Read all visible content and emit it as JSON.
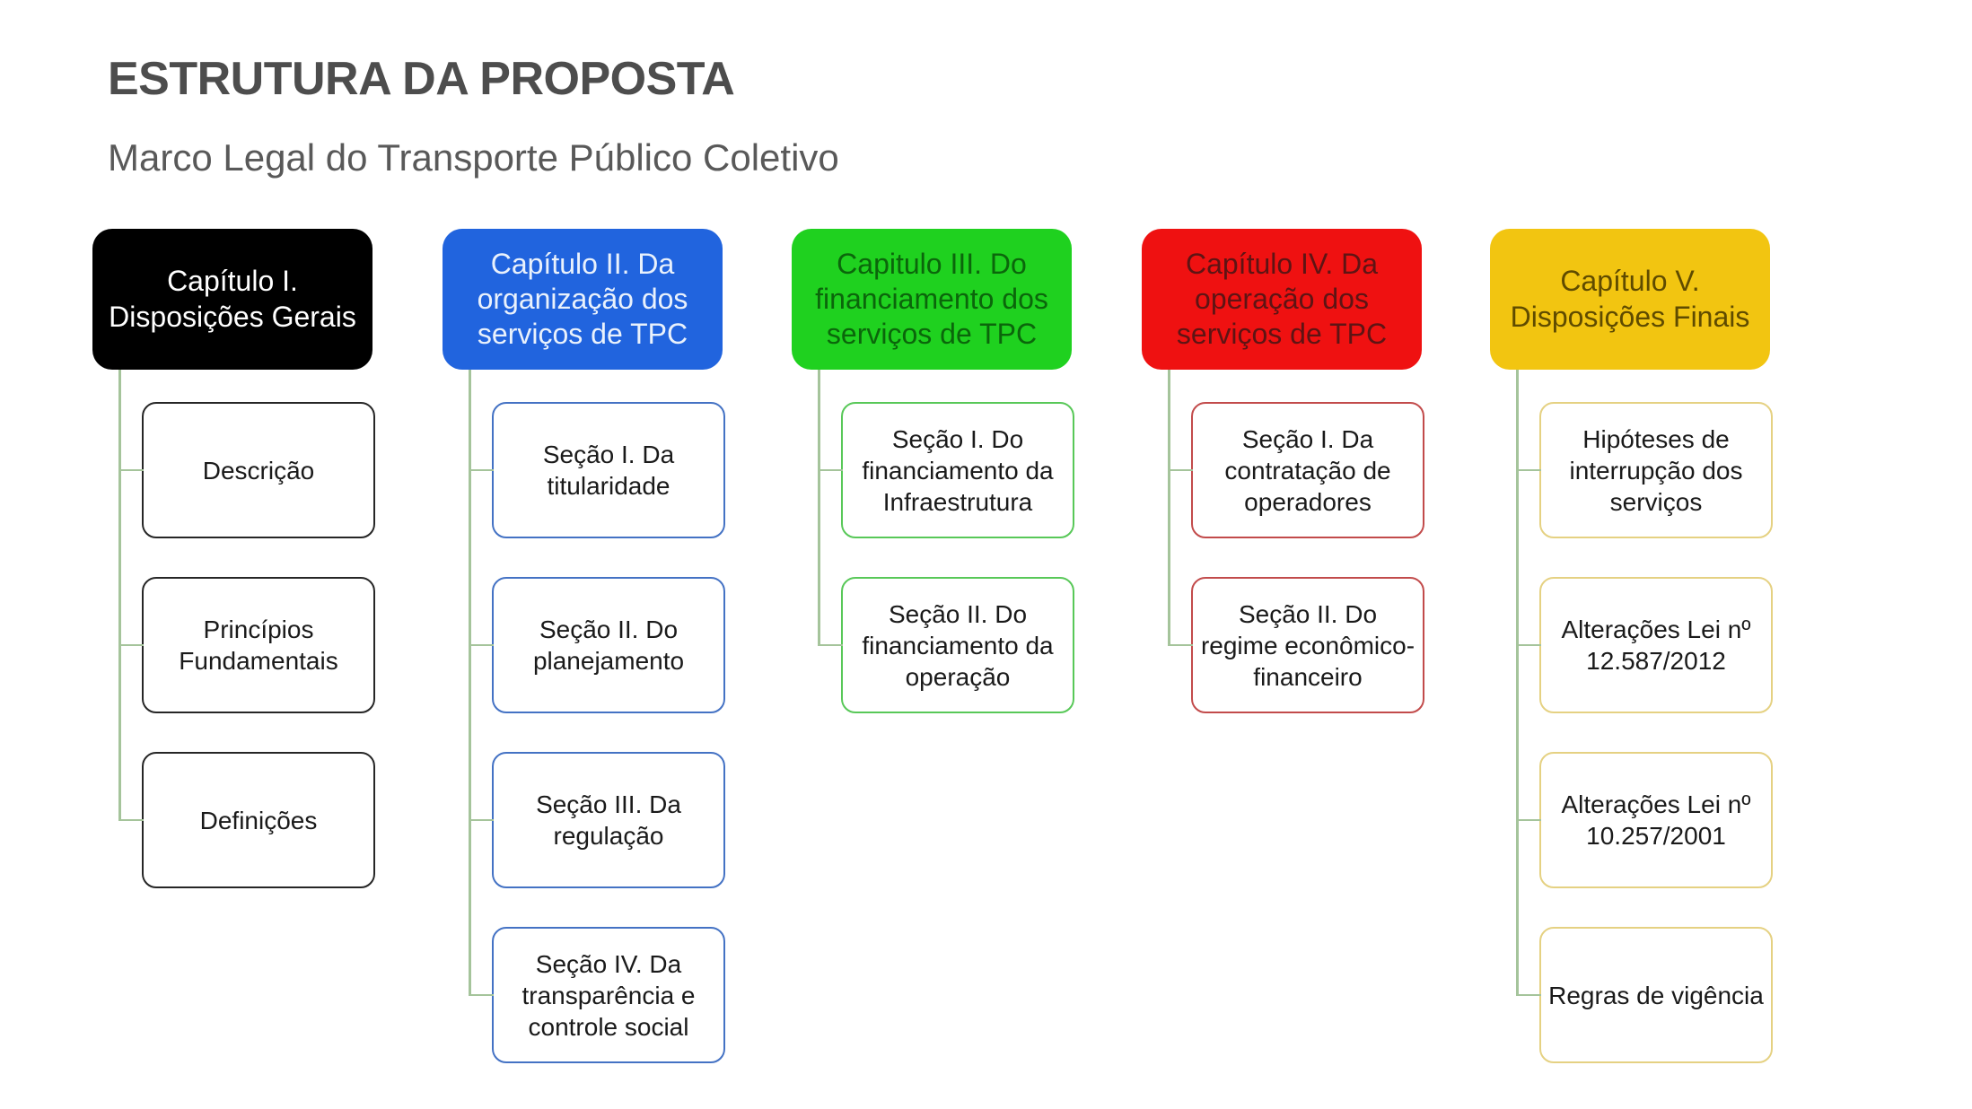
{
  "slide": {
    "title": "ESTRUTURA DA PROPOSTA",
    "subtitle": "Marco Legal do Transporte Público Coletivo",
    "title_color": "#4D4D4D",
    "subtitle_color": "#595959",
    "background_color": "#FFFFFF",
    "connector_color": "#A5C49B"
  },
  "columns": [
    {
      "header": {
        "label": "Capítulo I. Disposições Gerais",
        "fill": "#000000",
        "text_color": "#FFFFFF"
      },
      "child_border": "#262626",
      "children": [
        {
          "label": "Descrição"
        },
        {
          "label": "Princípios Fundamentais"
        },
        {
          "label": "Definições"
        }
      ]
    },
    {
      "header": {
        "label": "Capítulo II. Da organização dos serviços de TPC",
        "fill": "#2164DE",
        "text_color": "#E9F1FC"
      },
      "child_border": "#4472C4",
      "children": [
        {
          "label": "Seção I. Da titularidade"
        },
        {
          "label": "Seção II. Do planejamento"
        },
        {
          "label": "Seção III. Da regulação"
        },
        {
          "label": "Seção IV. Da transparência e controle social"
        }
      ]
    },
    {
      "header": {
        "label": "Capitulo III. Do financiamento dos serviços de TPC",
        "fill": "#1FD11F",
        "text_color": "#0B660B"
      },
      "child_border": "#58C858",
      "children": [
        {
          "label": "Seção I. Do financiamento da Infraestrutura"
        },
        {
          "label": "Seção II. Do financiamento da operação"
        }
      ]
    },
    {
      "header": {
        "label": "Capítulo IV. Da operação dos serviços de TPC",
        "fill": "#EF1111",
        "text_color": "#5E1414"
      },
      "child_border": "#C24B4B",
      "children": [
        {
          "label": "Seção I. Da contratação de operadores"
        },
        {
          "label": "Seção II. Do regime econômico-financeiro"
        }
      ]
    },
    {
      "header": {
        "label": "Capítulo V. Disposições Finais",
        "fill": "#F2C511",
        "text_color": "#5F4B00"
      },
      "child_border": "#E5D182",
      "children": [
        {
          "label": "Hipóteses de interrupção dos serviços"
        },
        {
          "label": "Alterações Lei nº 12.587/2012"
        },
        {
          "label": "Alterações Lei nº 10.257/2001"
        },
        {
          "label": "Regras de vigência"
        }
      ]
    }
  ]
}
